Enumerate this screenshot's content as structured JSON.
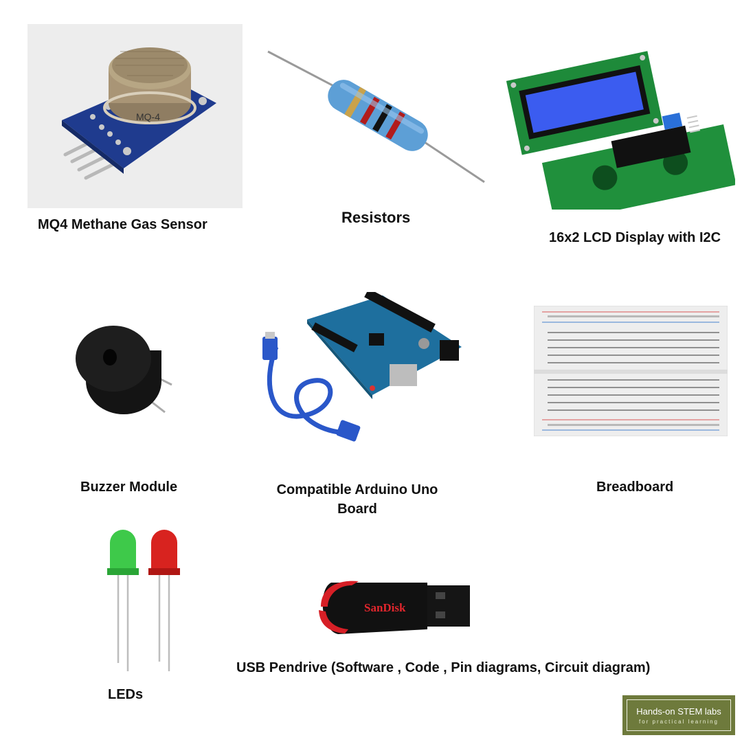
{
  "items": [
    {
      "label": "MQ4 Methane Gas Sensor",
      "image_marking": "MQ-4"
    },
    {
      "label": "Resistors"
    },
    {
      "label": "16x2 LCD Display with I2C"
    },
    {
      "label": "Buzzer Module"
    },
    {
      "label": "Compatible Arduino Uno Board",
      "label_line1": "Compatible Arduino Uno",
      "label_line2": "Board"
    },
    {
      "label": "Breadboard"
    },
    {
      "label": "LEDs"
    },
    {
      "label": "USB Pendrive (Software , Code , Pin diagrams, Circuit diagram)",
      "image_brand": "SanDisk"
    }
  ],
  "logo": {
    "title": "Hands-on STEM labs",
    "subtitle": "for practical learning"
  }
}
